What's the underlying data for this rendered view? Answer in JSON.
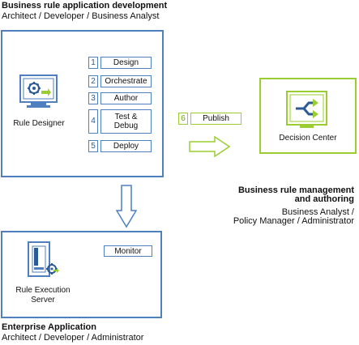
{
  "dev": {
    "title": "Business rule application development",
    "roles": "Architect / Developer / Business Analyst",
    "designer_label": "Rule Designer",
    "steps": [
      {
        "num": "1",
        "label": "Design"
      },
      {
        "num": "2",
        "label": "Orchestrate"
      },
      {
        "num": "3",
        "label": "Author"
      },
      {
        "num": "4",
        "label": "Test & Debug"
      },
      {
        "num": "5",
        "label": "Deploy"
      }
    ]
  },
  "publish": {
    "num": "6",
    "label": "Publish"
  },
  "decision": {
    "label": "Decision Center",
    "title_line1": "Business rule management",
    "title_line2": "and authoring",
    "roles_line1": "Business Analyst /",
    "roles_line2": "Policy Manager / Administrator"
  },
  "enterprise": {
    "server_line1": "Rule Execution",
    "server_line2": "Server",
    "monitor": "Monitor",
    "title": "Enterprise Application",
    "roles": "Architect / Developer / Administrator"
  },
  "colors": {
    "blue": "#4f7fbf",
    "green": "#9acd32"
  }
}
